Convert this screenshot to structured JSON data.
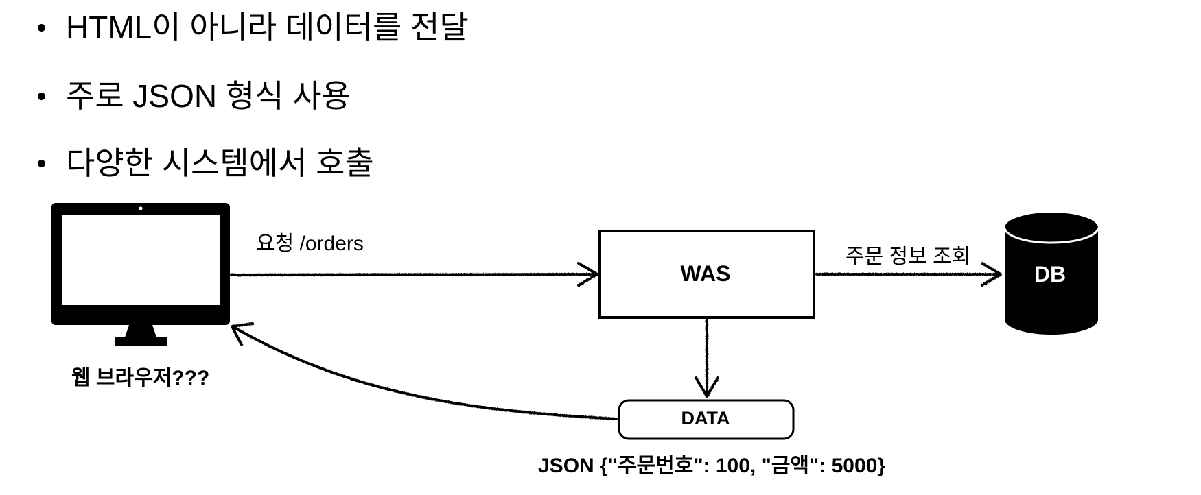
{
  "bullets": [
    "HTML이 아니라 데이터를 전달",
    "주로 JSON 형식 사용",
    "다양한 시스템에서 호출"
  ],
  "diagram": {
    "browser_label": "웹 브라우저???",
    "request_label": "요청 /orders",
    "was_label": "WAS",
    "order_info_label": "주문 정보 조회",
    "db_label": "DB",
    "data_label": "DATA",
    "json_label": "JSON {\"주문번호\": 100, \"금액\": 5000}",
    "colors": {
      "stroke": "#000000",
      "fill_dark": "#000000",
      "fill_light": "#ffffff"
    },
    "icons": [
      "monitor-icon",
      "database-icon"
    ]
  }
}
